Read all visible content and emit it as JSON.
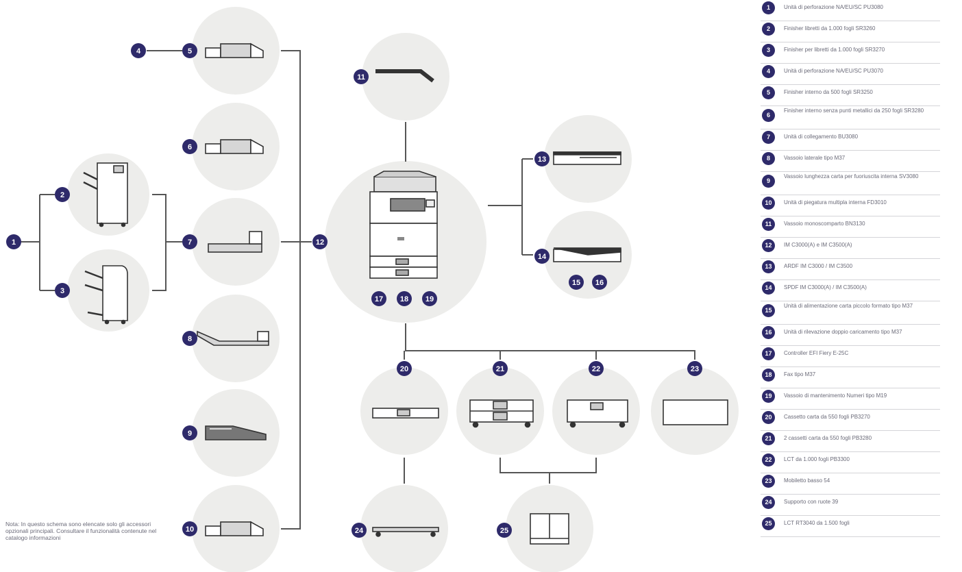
{
  "accent": "#2e2a6a",
  "circle_color": "#ededeb",
  "line_color": "#555555",
  "badges": {
    "b1": "1",
    "b2": "2",
    "b3": "3",
    "b4": "4",
    "b5": "5",
    "b6": "6",
    "b7": "7",
    "b8": "8",
    "b9": "9",
    "b10": "10",
    "b11": "11",
    "b12": "12",
    "b13": "13",
    "b14": "14",
    "b15": "15",
    "b16": "16",
    "b17": "17",
    "b18": "18",
    "b19": "19",
    "b20": "20",
    "b21": "21",
    "b22": "22",
    "b23": "23",
    "b24": "24",
    "b25": "25"
  },
  "legend": [
    {
      "num": "1",
      "text": "Unità di perforazione NA/EU/SC PU3080"
    },
    {
      "num": "2",
      "text": "Finisher libretti da 1.000 fogli SR3260"
    },
    {
      "num": "3",
      "text": "Finisher per libretti da 1.000 fogli SR3270"
    },
    {
      "num": "4",
      "text": "Unità di perforazione NA/EU/SC PU3070"
    },
    {
      "num": "5",
      "text": "Finisher interno da 500 fogli SR3250"
    },
    {
      "num": "6",
      "text": "Finisher interno senza punti metallici da 250 fogli SR3280"
    },
    {
      "num": "7",
      "text": "Unità di collegamento BU3080"
    },
    {
      "num": "8",
      "text": "Vassoio laterale tipo M37"
    },
    {
      "num": "9",
      "text": "Vassoio lunghezza carta per fuoriuscita interna SV3080"
    },
    {
      "num": "10",
      "text": "Unità di piegatura multipla interna FD3010"
    },
    {
      "num": "11",
      "text": "Vassoio monoscomparto BN3130"
    },
    {
      "num": "12",
      "text": "IM C3000(A) e IM C3500(A)"
    },
    {
      "num": "13",
      "text": "ARDF IM C3000 / IM C3500"
    },
    {
      "num": "14",
      "text": "SPDF IM C3000(A) / IM C3500(A)"
    },
    {
      "num": "15",
      "text": "Unità di alimentazione carta piccolo formato tipo M37"
    },
    {
      "num": "16",
      "text": "Unità di rilevazione doppio caricamento tipo M37"
    },
    {
      "num": "17",
      "text": "Controller EFI Fiery E-25C"
    },
    {
      "num": "18",
      "text": "Fax tipo M37"
    },
    {
      "num": "19",
      "text": "Vassoio di mantenimento Numeri tipo M19"
    },
    {
      "num": "20",
      "text": "Cassetto carta da 550 fogli PB3270"
    },
    {
      "num": "21",
      "text": "2 cassetti carta da 550 fogli PB3280"
    },
    {
      "num": "22",
      "text": "LCT da 1.000 fogli PB3300"
    },
    {
      "num": "23",
      "text": "Mobiletto basso 54"
    },
    {
      "num": "24",
      "text": "Supporto con ruote 39"
    },
    {
      "num": "25",
      "text": "LCT RT3040 da 1.500 fogli"
    }
  ],
  "note": "Nota: In questo schema sono elencate solo gli accessori opzionali principali. Consultare il funzionalità contenute nel catalogo informazioni"
}
